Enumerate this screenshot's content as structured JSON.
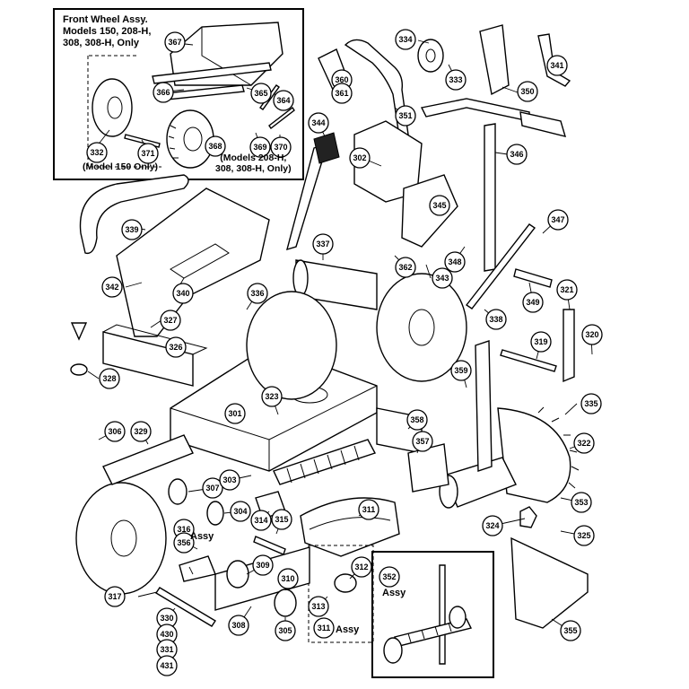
{
  "inset": {
    "title_lines": [
      "Front Wheel Assy.",
      "Models 150, 208-H,",
      "308, 308-H, Only"
    ],
    "note_model150": "(Model 150 Only)",
    "note_models208": [
      "(Models 208-H,",
      "308, 308-H, Only)"
    ]
  },
  "assy_labels": {
    "blade_assy": "Assy",
    "guard_assy": "Assy",
    "link_assy": "Assy"
  },
  "callouts": [
    "367",
    "366",
    "365",
    "364",
    "332",
    "371",
    "368",
    "369",
    "370",
    "334",
    "333",
    "341",
    "350",
    "360",
    "361",
    "351",
    "344",
    "302",
    "346",
    "345",
    "347",
    "339",
    "342",
    "340",
    "337",
    "362",
    "343",
    "348",
    "336",
    "327",
    "326",
    "328",
    "323",
    "301",
    "321",
    "349",
    "338",
    "319",
    "320",
    "359",
    "335",
    "358",
    "357",
    "306",
    "329",
    "307",
    "303",
    "304",
    "314",
    "315",
    "311",
    "322",
    "353",
    "324",
    "325",
    "316",
    "356",
    "309",
    "310",
    "312",
    "313",
    "352",
    "355",
    "317",
    "330",
    "430",
    "331",
    "431",
    "308",
    "305",
    "311"
  ]
}
